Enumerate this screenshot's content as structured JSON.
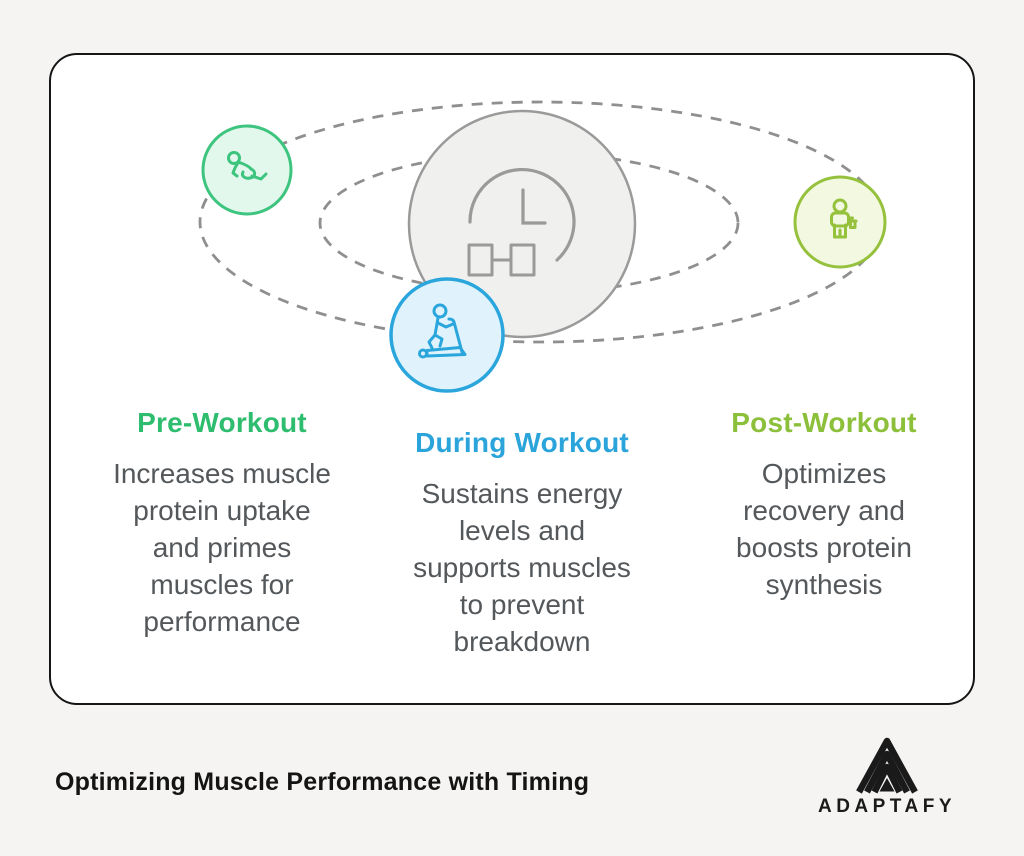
{
  "page_background": "#f5f4f2",
  "card": {
    "background": "#ffffff",
    "border_color": "#161616"
  },
  "diagram": {
    "orbit_color": "#8f8f8f",
    "center": {
      "fill": "#f0f0ee",
      "stroke": "#9a9a9a",
      "icons": [
        "clock-icon",
        "dumbbell-icon"
      ]
    },
    "nodes": [
      {
        "id": "pre-workout",
        "icon": "stretching-person-icon",
        "ring_color": "#3dc47e",
        "fill_color": "#e3f8ec"
      },
      {
        "id": "during-workout",
        "icon": "treadmill-runner-icon",
        "ring_color": "#2aa6dd",
        "fill_color": "#e0f3fc"
      },
      {
        "id": "post-workout",
        "icon": "standing-person-icon",
        "ring_color": "#95c13d",
        "fill_color": "#f3f9e0"
      }
    ]
  },
  "phases": [
    {
      "title": "Pre-Workout",
      "title_color": "#2ebd6e",
      "description": "Increases muscle protein uptake and primes muscles for performance",
      "lines": [
        "Increases muscle",
        "protein uptake",
        "and primes",
        "muscles for",
        "performance"
      ]
    },
    {
      "title": "During Workout",
      "title_color": "#2aa4da",
      "description": "Sustains energy levels and supports muscles to prevent breakdown",
      "lines": [
        "Sustains energy",
        "levels and",
        "supports muscles",
        "to prevent",
        "breakdown"
      ]
    },
    {
      "title": "Post-Workout",
      "title_color": "#8cbf3a",
      "description": "Optimizes recovery and boosts protein synthesis",
      "lines": [
        "Optimizes",
        "recovery and",
        "boosts protein",
        "synthesis"
      ]
    }
  ],
  "footer": {
    "title": "Optimizing Muscle Performance with Timing",
    "brand": "ADAPTAFY",
    "brand_color": "#1a1a1a",
    "brand_icon": "mountain-logo-icon"
  }
}
